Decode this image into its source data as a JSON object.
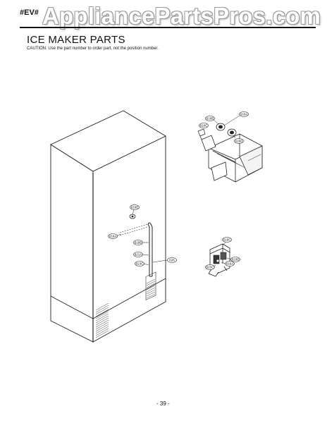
{
  "header": {
    "code": "#EV#",
    "watermark": "AppliancePartsPros.com"
  },
  "title": "ICE MAKER PARTS",
  "caution": "CAUTION: Use the part number to order part, not the position number.",
  "page_number": "- 39 -",
  "callouts": {
    "upper_right": [
      "616B",
      "616A",
      "616C",
      "616D"
    ],
    "cabinet": [
      "616E",
      "616A",
      "616B",
      "621A",
      "623C",
      "626"
    ],
    "lower_right": [
      "616C",
      "623D",
      "616A",
      "623C"
    ]
  }
}
